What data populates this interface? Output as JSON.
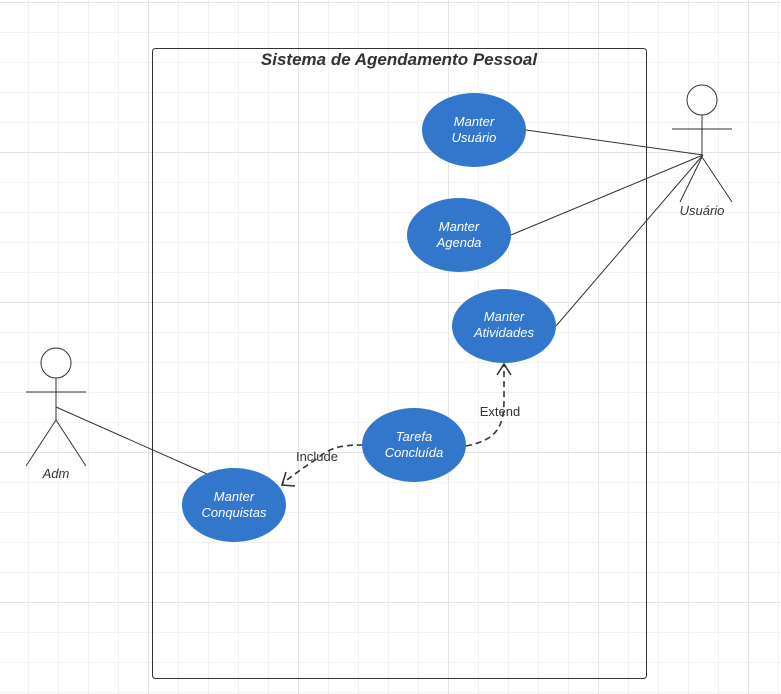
{
  "diagram": {
    "system_title": "Sistema de Agendamento Pessoal",
    "use_cases": {
      "manter_usuario": [
        "Manter",
        "Usuário"
      ],
      "manter_agenda": [
        "Manter",
        "Agenda"
      ],
      "manter_atividades": [
        "Manter",
        "Atividades"
      ],
      "tarefa_concluida": [
        "Tarefa",
        "Concluída"
      ],
      "manter_conquistas": [
        "Manter",
        "Conquistas"
      ]
    },
    "actors": {
      "usuario": "Usuário",
      "adm": "Adm"
    },
    "relations": {
      "include": "Include",
      "extend": "Extend"
    },
    "colors": {
      "use_case_fill": "#3377CC",
      "line": "#333333",
      "text_on_use_case": "#FFFFFF"
    }
  }
}
